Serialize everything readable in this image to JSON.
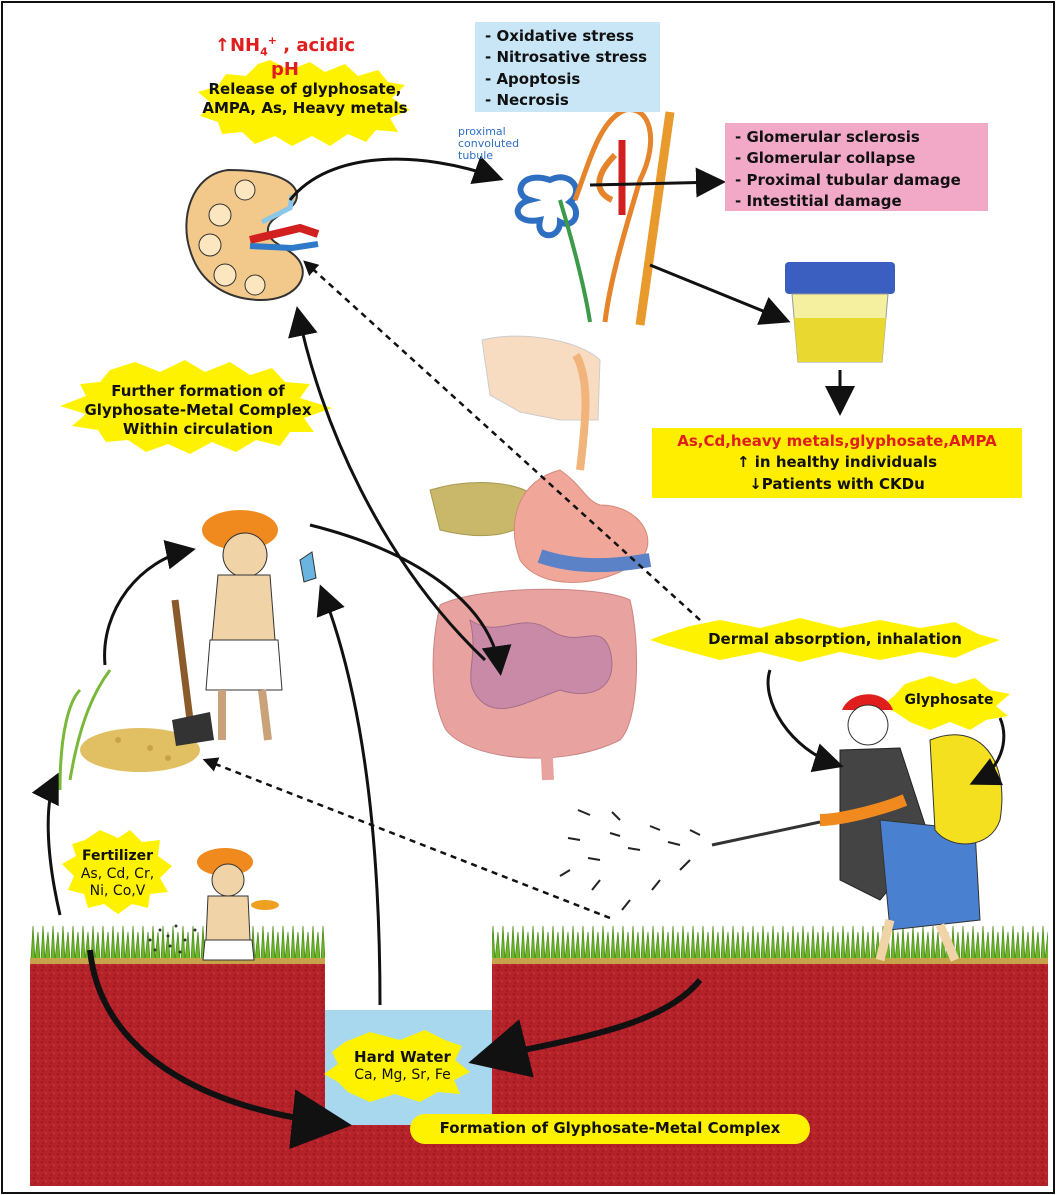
{
  "top_label": {
    "ammonium": "NH",
    "ammonium_sub": "4",
    "ammonium_sup": "+",
    "ammonium_rest": " , acidic pH",
    "release_line1": "Release of glyphosate,",
    "release_line2": "AMPA, As, Heavy metals"
  },
  "stress_box": [
    "- Oxidative stress",
    "- Nitrosative stress",
    "- Apoptosis",
    "- Necrosis"
  ],
  "nephron_label": [
    "proximal",
    "convoluted",
    "tubule"
  ],
  "damage_box": [
    "- Glomerular sclerosis",
    "- Glomerular collapse",
    "- Proximal tubular damage",
    "- Intestitial damage"
  ],
  "circulation_label": [
    "Further formation  of",
    "Glyphosate-Metal Complex",
    "Within circulation"
  ],
  "urine_box": {
    "line1": "As,Cd,heavy metals,glyphosate,AMPA",
    "line2": "in healthy individuals",
    "line3": "Patients with CKDu"
  },
  "dermal_label": "Dermal absorption, inhalation",
  "glyphosate_label": "Glyphosate",
  "fertilizer_label": {
    "title": "Fertilizer",
    "line2": "As, Cd, Cr,",
    "line3": "Ni, Co,V"
  },
  "hard_water_label": {
    "title": "Hard Water",
    "line2": "Ca, Mg, Sr, Fe"
  },
  "complex_label": "Formation of Glyphosate-Metal Complex",
  "colors": {
    "soil": "#b5222a",
    "grass": "#7fbf2e",
    "water": "#a8d8ee",
    "stress_box": "#c8e6f6",
    "damage_box": "#f2a9c8",
    "urine_box": "#ffee00",
    "starburst": "#fff200",
    "accent_red": "#e01e1e"
  }
}
